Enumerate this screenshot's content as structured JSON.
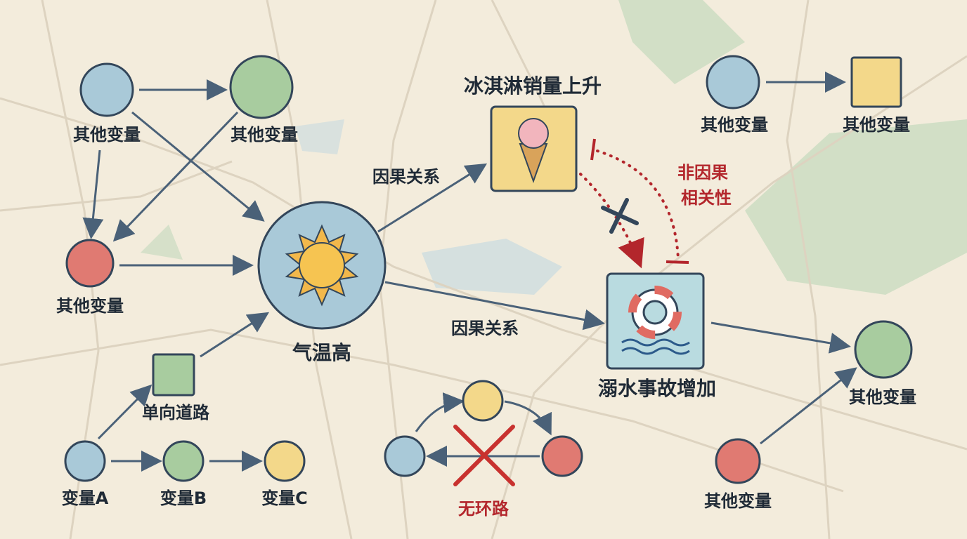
{
  "colors": {
    "background": "#f3ecdc",
    "blue": "#a9c9d8",
    "green": "#a8cc9f",
    "red": "#e07a72",
    "yellow": "#f3d88a",
    "accent_red": "#b3262c",
    "stroke": "#33465a"
  },
  "labels": {
    "other_variable": "其他变量",
    "cause_effect": "因果关系",
    "temperature_high": "气温高",
    "ice_cream": "冰淇淋销量上升",
    "drowning": "溺水事故增加",
    "non_causal_line1": "非因果",
    "non_causal_line2": "相关性",
    "one_way_road": "单向道路",
    "var_a": "变量A",
    "var_b": "变量B",
    "var_c": "变量C",
    "no_cycle": "无环路"
  }
}
